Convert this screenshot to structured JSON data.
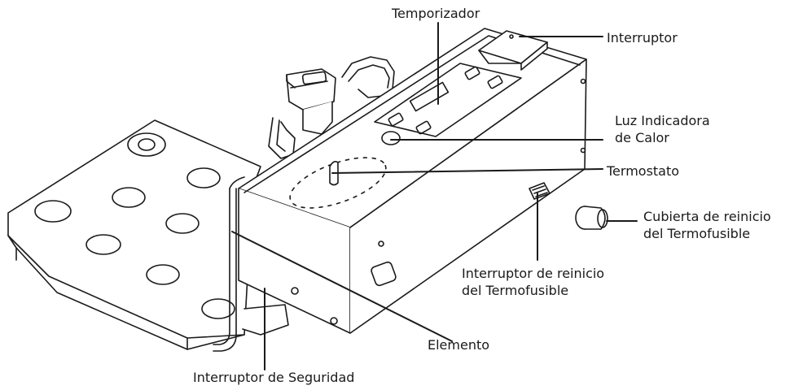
{
  "labels": {
    "timer": "Temporizador",
    "power_switch": "Interruptor",
    "heat_light_1": "Luz Indicadora",
    "heat_light_2": "de Calor",
    "thermostat": "Termostato",
    "reset_cover_1": "Cubierta de reinicio",
    "reset_cover_2": "del Termofusible",
    "reset_switch_1": "Interruptor de reinicio",
    "reset_switch_2": "del Termofusible",
    "element": "Elemento",
    "safety_switch": "Interruptor de Seguridad"
  }
}
